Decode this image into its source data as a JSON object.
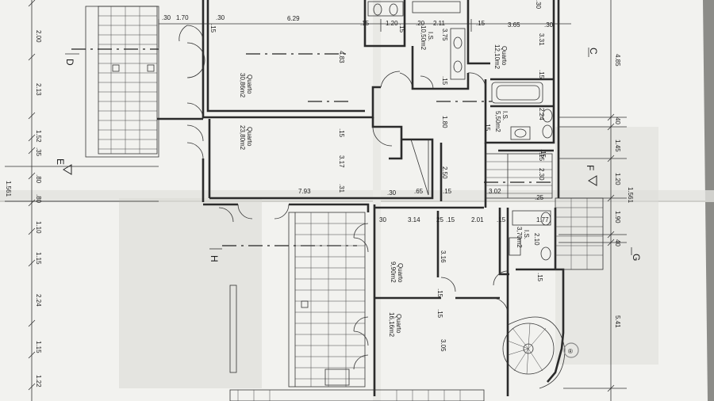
{
  "section_marks": {
    "d": "D",
    "c": "C",
    "e": "E",
    "f": "F",
    "h": "H",
    "g": "G"
  },
  "rooms": [
    {
      "name": "Quarto",
      "area": "30,86m2"
    },
    {
      "name": "Quarto",
      "area": "23,80m2"
    },
    {
      "name": "I.S.",
      "area": "10,50m2"
    },
    {
      "name": "Quarto",
      "area": "12,10m2"
    },
    {
      "name": "I.S.",
      "area": "5,50m2"
    },
    {
      "name": "Quarto",
      "area": "9,90m2"
    },
    {
      "name": "I.S.",
      "area": "3,70m2"
    },
    {
      "name": "Quarto",
      "area": "16,16m2"
    }
  ],
  "dims": {
    "top": [
      ".30",
      "1.70",
      ".30",
      "6.29",
      ".15",
      "1.20",
      ".20",
      "2.11",
      ".15",
      "3.65",
      ".30",
      ".30"
    ],
    "left": [
      "2.00",
      "2.13",
      "1.52",
      ".35",
      ".80",
      ".80",
      "1.10",
      "1.15",
      "2.24",
      "1.15",
      "1.22",
      "1.561"
    ],
    "right": [
      "4.85",
      "40",
      "1.45",
      "1.20",
      "1.561",
      "1.90",
      "40",
      "5.41"
    ],
    "inner": [
      "4.83",
      "3.31",
      "3.75",
      ".15",
      "1.80",
      "2.24",
      ".15",
      "3.17",
      ".15",
      "7.93",
      ".31",
      "2.50",
      ".65",
      ".15",
      "2.30",
      ".15",
      "3.02",
      ".25",
      "1.77",
      "2.10",
      "30",
      "3.14",
      "25",
      ".15",
      "2.01",
      ".15",
      "3.16",
      ".15",
      ".15",
      "3.05",
      ".15",
      ".15",
      ".30",
      ".15",
      ".15",
      ".15"
    ]
  },
  "watermark": "®"
}
